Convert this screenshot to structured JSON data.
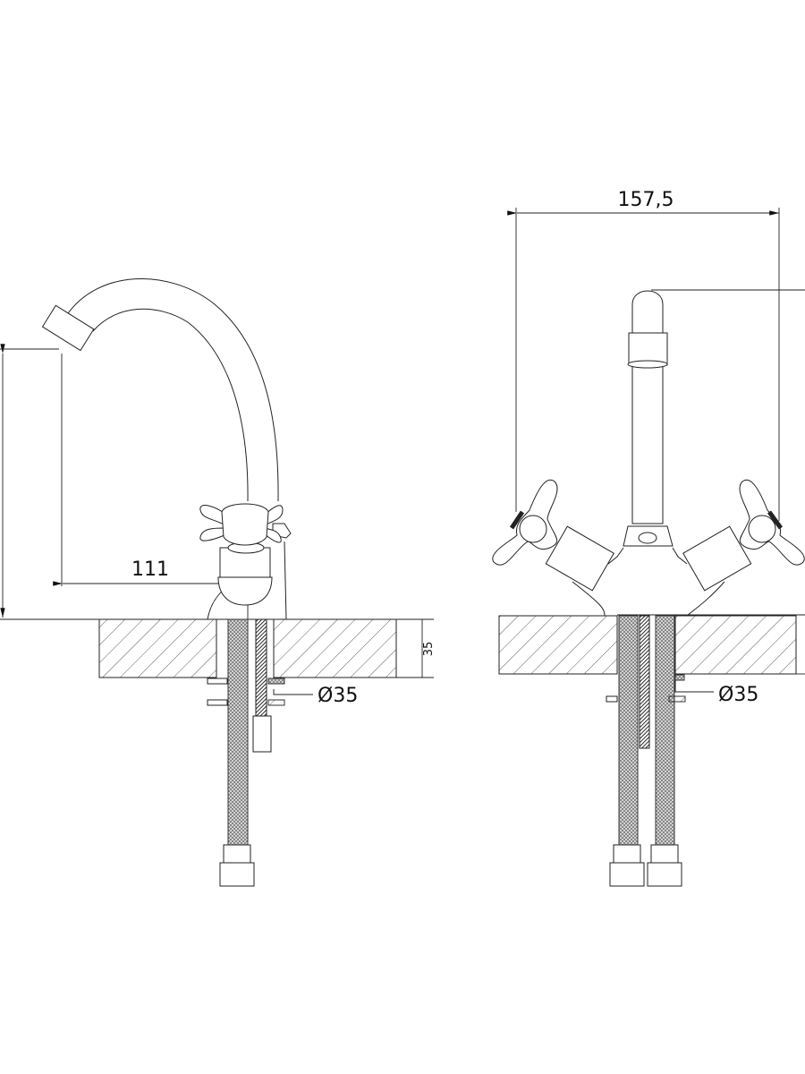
{
  "side_view": {
    "reach_dimension": "111",
    "counter_thickness": "35",
    "hole_diameter": "Ø35"
  },
  "front_view": {
    "width_dimension": "157,5",
    "hole_diameter": "Ø35"
  },
  "colors": {
    "line": "#222222",
    "background": "#ffffff"
  }
}
